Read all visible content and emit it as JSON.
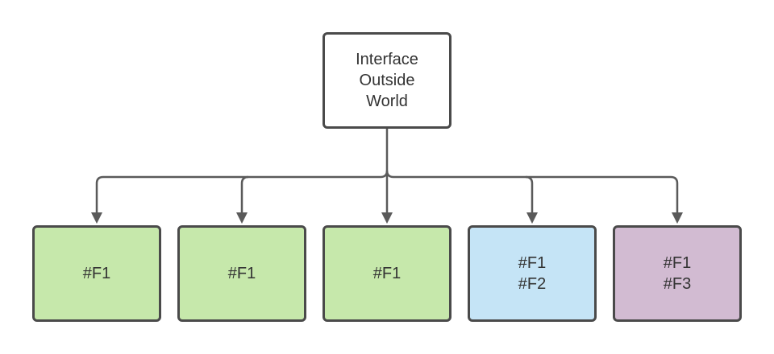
{
  "root": {
    "lines": [
      "Interface",
      "Outside",
      "World"
    ]
  },
  "children": [
    {
      "lines": [
        "#F1"
      ],
      "color": "#c6e8ab"
    },
    {
      "lines": [
        "#F1"
      ],
      "color": "#c6e8ab"
    },
    {
      "lines": [
        "#F1"
      ],
      "color": "#c6e8ab"
    },
    {
      "lines": [
        "#F1",
        "#F2"
      ],
      "color": "#c5e4f6"
    },
    {
      "lines": [
        "#F1",
        "#F3"
      ],
      "color": "#d2bbd2"
    }
  ],
  "colors": {
    "stroke": "#4a4a4a",
    "connector": "#5a5a5a",
    "text": "#333333"
  }
}
